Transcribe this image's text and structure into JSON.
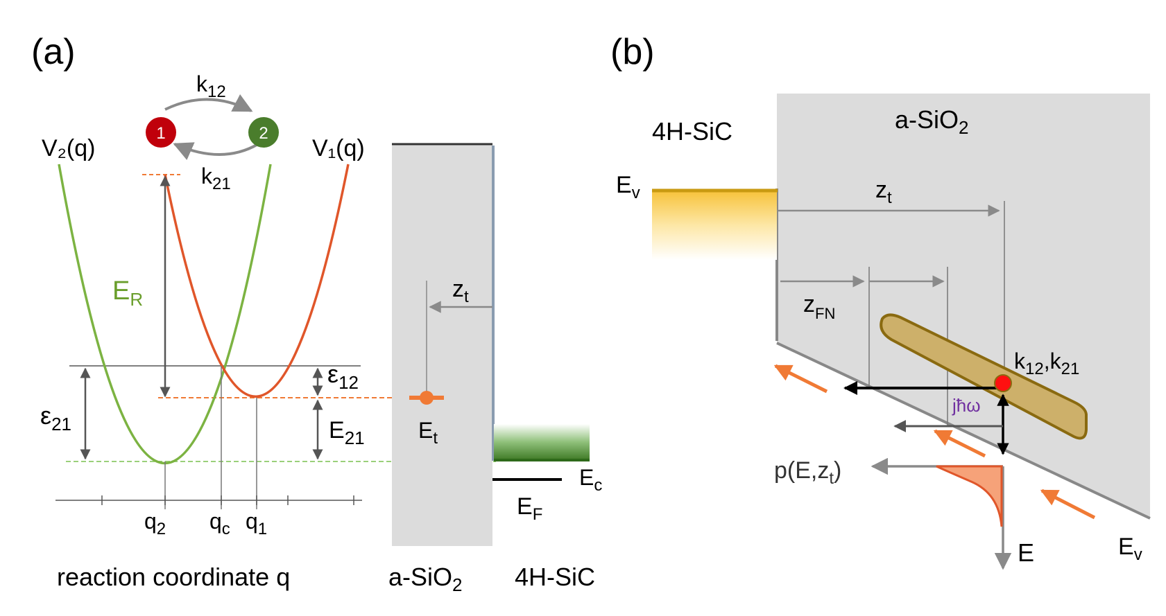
{
  "panel_a": {
    "label": "(a)",
    "state1": "1",
    "state2": "2",
    "k12_main": "k",
    "k12_sub": "12",
    "k21_main": "k",
    "k21_sub": "21",
    "v2_label": "V₂(q)",
    "v1_label": "V₁(q)",
    "er_main": "E",
    "er_sub": "R",
    "eps12_main": "ε",
    "eps12_sub": "12",
    "eps21_main": "ε",
    "eps21_sub": "21",
    "e21_main": "E",
    "e21_sub": "21",
    "q2_main": "q",
    "q2_sub": "2",
    "qc_main": "q",
    "qc_sub": "c",
    "q1_main": "q",
    "q1_sub": "1",
    "xaxis_label": "reaction coordinate q",
    "zt_main": "z",
    "zt_sub": "t",
    "et_main": "E",
    "et_sub": "t",
    "ef_main": "E",
    "ef_sub": "F",
    "ec_main": "E",
    "ec_sub": "c",
    "oxide_main": "a-SiO",
    "oxide_sub": "2",
    "substrate_label": "4H-SiC"
  },
  "panel_b": {
    "label": "(b)",
    "substrate_label": "4H-SiC",
    "oxide_main": "a-SiO",
    "oxide_sub": "2",
    "ev_left_main": "E",
    "ev_left_sub": "v",
    "zt_main": "z",
    "zt_sub": "t",
    "zfn_main": "z",
    "zfn_sub": "FN",
    "k_label_a": "k",
    "k_sub_a": "12",
    "k_sep": ",",
    "k_label_b": "k",
    "k_sub_b": "21",
    "phonon_label": "jħω",
    "p_main": "p(E,z",
    "p_sub": "t",
    "p_close": ")",
    "e_axis": "E",
    "ev_right_main": "E",
    "ev_right_sub": "v"
  },
  "colors": {
    "green": "#7cb342",
    "orange": "#e0562a",
    "state1": "#c0000b",
    "state2": "#4a7d2c",
    "oxide_gray": "#dcdcdc",
    "arrow_gray": "#8a8a8a",
    "trap_fill": "#cdb06a",
    "trap_stroke": "#8a6a10",
    "phonon_purple": "#7030a0",
    "gold": "#d4a017"
  }
}
